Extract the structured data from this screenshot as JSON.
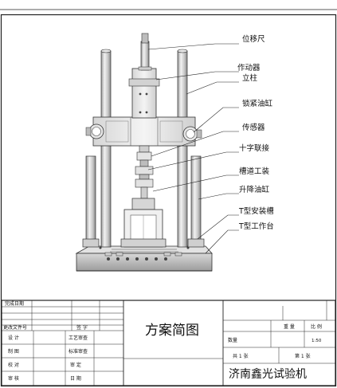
{
  "drawing": {
    "callouts": [
      "位移尺",
      "作动器",
      "立柱",
      "锁紧油缸",
      "传感器",
      "十字联接",
      "槽道工装",
      "升降油缸",
      "T型安装槽",
      "T型工作台"
    ]
  },
  "title_block": {
    "completion_date_label": "完成日期",
    "change_doc_label": "更改文件号",
    "signature_label": "签 字",
    "row_labels": [
      "设 计",
      "制 图",
      "校 对",
      "审 核"
    ],
    "approval_labels": [
      "工艺审查",
      "标准审查",
      "审 定",
      "日 期"
    ],
    "title": "方案简图",
    "quantity_label": "数量",
    "weight_label": "重 量",
    "scale_label": "比 例",
    "scale_value": "1:50",
    "sheets_total": "共 1 张",
    "sheet_no": "第 1 张",
    "company": "济南鑫光试验机"
  }
}
